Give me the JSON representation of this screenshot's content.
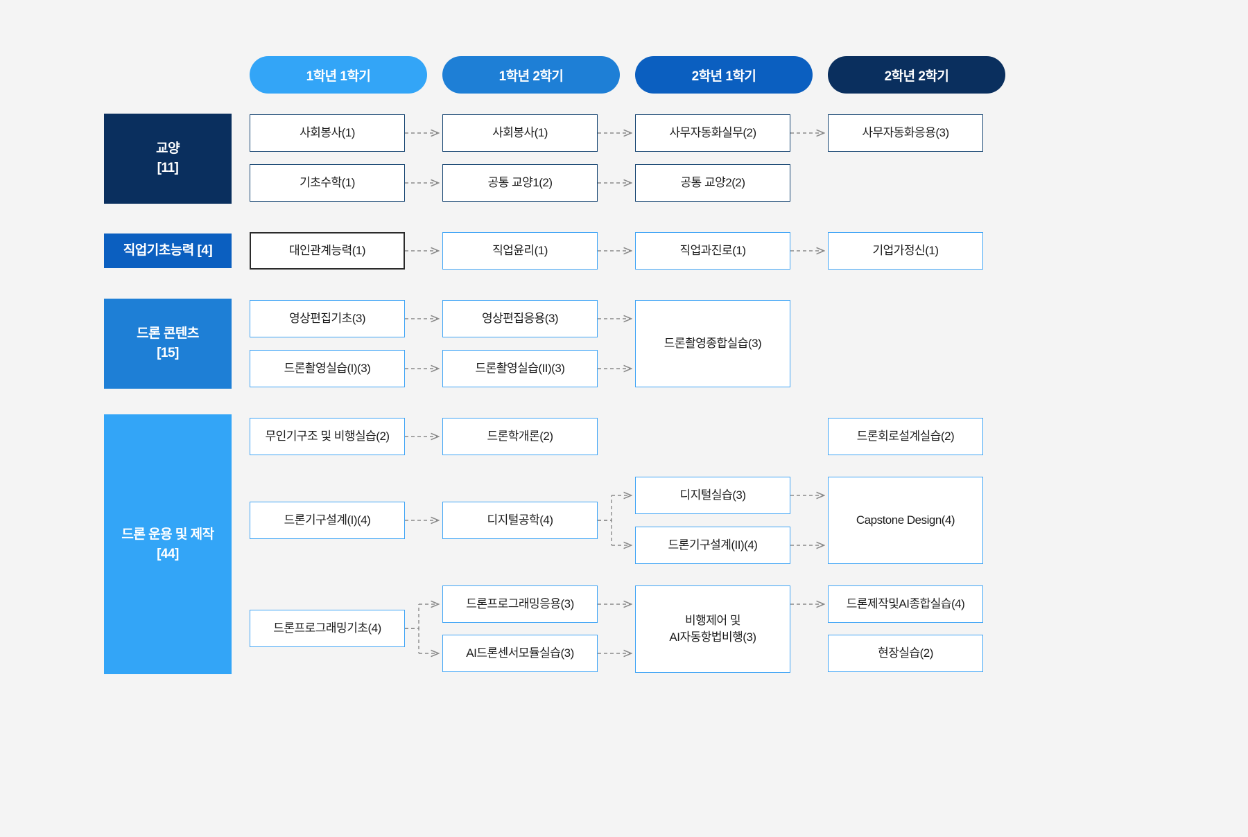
{
  "semesters": [
    {
      "label": "1학년 1학기",
      "color": "#33A5F7"
    },
    {
      "label": "1학년 2학기",
      "color": "#1E7FD6"
    },
    {
      "label": "2학년 1학기",
      "color": "#0B5FC0"
    },
    {
      "label": "2학년 2학기",
      "color": "#0A2F5E"
    }
  ],
  "categories": [
    {
      "name": "교양",
      "credits": "[11]",
      "color": "#0A2F5E",
      "single_line": false
    },
    {
      "name": "직업기초능력 [4]",
      "credits": "",
      "color": "#0B5FC0",
      "single_line": true
    },
    {
      "name": "드론 콘텐츠",
      "credits": "[15]",
      "color": "#1E7FD6",
      "single_line": false
    },
    {
      "name": "드론 운용 및 제작",
      "credits": "[44]",
      "color": "#33A5F7",
      "single_line": false
    }
  ],
  "courses": {
    "liberal_arts": [
      {
        "title": "사회봉사(1)",
        "semester": 1,
        "style": "navy"
      },
      {
        "title": "사회봉사(1)",
        "semester": 2,
        "style": "navy"
      },
      {
        "title": "사무자동화실무(2)",
        "semester": 3,
        "style": "navy"
      },
      {
        "title": "사무자동화응용(3)",
        "semester": 4,
        "style": "navy"
      },
      {
        "title": "기초수학(1)",
        "semester": 1,
        "style": "navy"
      },
      {
        "title": "공통 교양1(2)",
        "semester": 2,
        "style": "navy"
      },
      {
        "title": "공통 교양2(2)",
        "semester": 3,
        "style": "navy"
      }
    ],
    "vocational_basics": [
      {
        "title": "대인관계능력(1)",
        "semester": 1,
        "style": "dark"
      },
      {
        "title": "직업윤리(1)",
        "semester": 2,
        "style": "blue"
      },
      {
        "title": "직업과진로(1)",
        "semester": 3,
        "style": "blue"
      },
      {
        "title": "기업가정신(1)",
        "semester": 4,
        "style": "blue"
      }
    ],
    "drone_contents": [
      {
        "title": "영상편집기초(3)",
        "semester": 1,
        "style": "blue"
      },
      {
        "title": "영상편집응용(3)",
        "semester": 2,
        "style": "blue"
      },
      {
        "title": "드론촬영실습(I)(3)",
        "semester": 1,
        "style": "blue"
      },
      {
        "title": "드론촬영실습(II)(3)",
        "semester": 2,
        "style": "blue"
      },
      {
        "title": "드론촬영종합실습(3)",
        "semester": 3,
        "style": "blue"
      }
    ],
    "drone_operation": [
      {
        "title": "무인기구조 및 비행실습(2)",
        "semester": 1,
        "style": "blue"
      },
      {
        "title": "드론학개론(2)",
        "semester": 2,
        "style": "blue"
      },
      {
        "title": "드론회로설계실습(2)",
        "semester": 4,
        "style": "blue"
      },
      {
        "title": "드론기구설계(I)(4)",
        "semester": 1,
        "style": "blue"
      },
      {
        "title": "디지털공학(4)",
        "semester": 2,
        "style": "blue"
      },
      {
        "title": "디지털실습(3)",
        "semester": 3,
        "style": "blue"
      },
      {
        "title": "드론기구설계(II)(4)",
        "semester": 3,
        "style": "blue"
      },
      {
        "title": "Capstone Design(4)",
        "semester": 4,
        "style": "blue"
      },
      {
        "title": "드론프로그래밍기초(4)",
        "semester": 1,
        "style": "blue"
      },
      {
        "title": "드론프로그래밍응용(3)",
        "semester": 2,
        "style": "blue"
      },
      {
        "title": "AI드론센서모듈실습(3)",
        "semester": 2,
        "style": "blue"
      },
      {
        "title": "비행제어 및\nAI자동항법비행(3)",
        "semester": 3,
        "style": "blue"
      },
      {
        "title": "드론제작및AI종합실습(4)",
        "semester": 4,
        "style": "blue"
      },
      {
        "title": "현장실습(2)",
        "semester": 4,
        "style": "blue"
      }
    ]
  },
  "theme": {
    "background": "#f4f4f4",
    "box_border": "#3DA3F5",
    "box_border_navy": "#11416f",
    "box_border_highlight": "#2b2b2b",
    "arrow_color": "#8a8a8a",
    "box_fill": "#ffffff"
  }
}
